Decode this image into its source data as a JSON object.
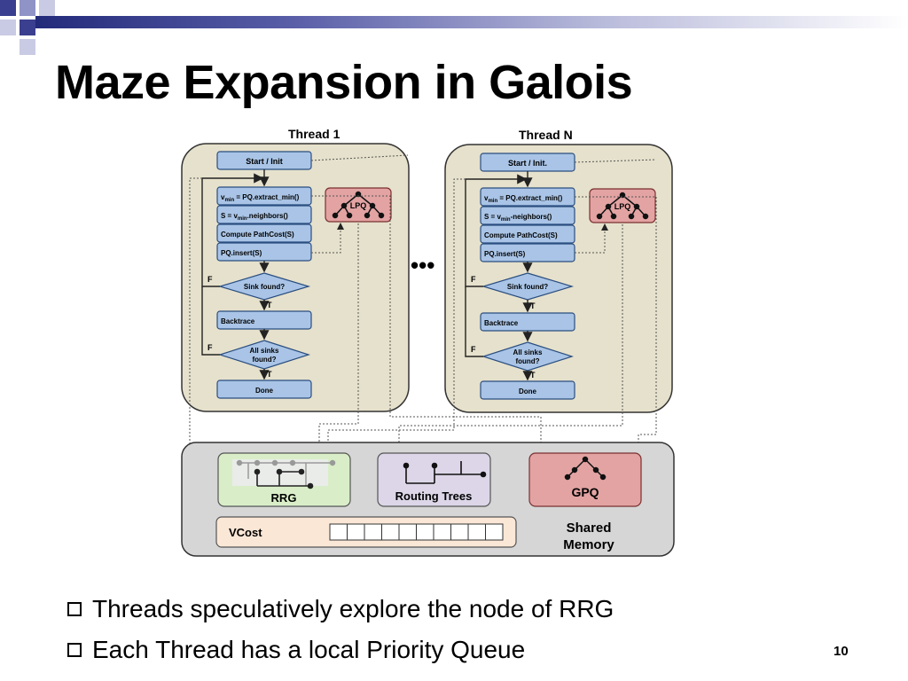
{
  "slide": {
    "title": "Maze Expansion in Galois",
    "page_number": "10",
    "bullets": [
      "Threads speculatively explore the node of RRG",
      "Each Thread has a local Priority Queue"
    ]
  },
  "diagram": {
    "threads": [
      {
        "label": "Thread 1",
        "steps": {
          "start": "Start / Init",
          "extract_v": "v",
          "extract_sub": "min",
          "extract_rest": " = PQ.extract_min()",
          "neighbors_pre": "S = v",
          "neighbors_sub": "min",
          "neighbors_rest": ".neighbors()",
          "compute": "Compute PathCost(S)",
          "insert": "PQ.insert(S)",
          "sink": "Sink found?",
          "backtrace": "Backtrace",
          "allsinks_1": "All sinks",
          "allsinks_2": "found?",
          "done": "Done"
        },
        "lpq": "LPQ"
      },
      {
        "label": "Thread N",
        "steps": {
          "start": "Start / Init.",
          "extract_v": "v",
          "extract_sub": "min",
          "extract_rest": " = PQ.extract_min()",
          "neighbors_pre": "S = v",
          "neighbors_sub": "min",
          "neighbors_rest": "-neighbors()",
          "compute": "Compute PathCost(S)",
          "insert": "PQ.insert(S)",
          "sink": "Sink found?",
          "backtrace": "Backtrace",
          "allsinks_1": "All sinks",
          "allsinks_2": "found?",
          "done": "Done"
        },
        "lpq": "LPQ"
      }
    ],
    "branch_true": "T",
    "branch_false": "F",
    "ellipsis": "•••",
    "shared": {
      "rrg": "RRG",
      "routing_trees": "Routing Trees",
      "gpq": "GPQ",
      "vcost": "VCost",
      "label_1": "Shared",
      "label_2": "Memory"
    },
    "colors": {
      "thread_panel": "#e6e1cc",
      "process_box": "#a9c4e6",
      "lpq_gpq": "#e3a3a3",
      "rrg": "#d9eec8",
      "routing_trees": "#dcd6e8",
      "vcost": "#fbe7d6",
      "shared_panel": "#d6d6d6"
    }
  }
}
